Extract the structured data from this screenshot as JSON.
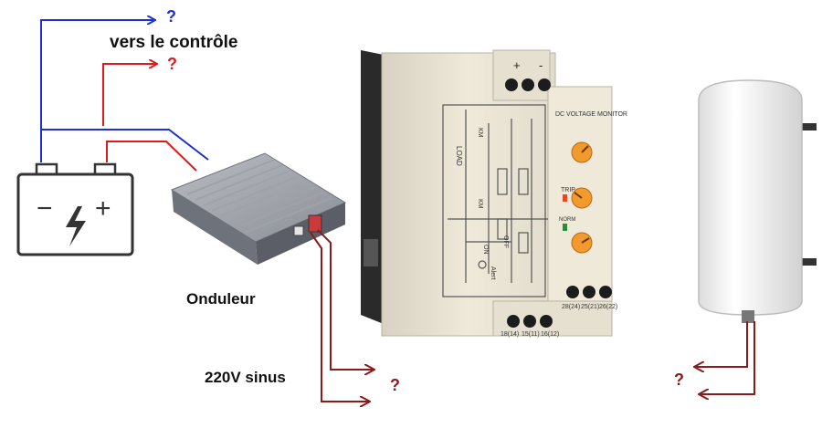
{
  "labels": {
    "control": "vers le contrôle",
    "inverter": "Onduleur",
    "output": "220V sinus",
    "question": "?"
  },
  "relay": {
    "title": "DC VOLTAGE MONITOR",
    "load": "LOAD",
    "km_top": "KM",
    "km_mid": "KM",
    "on": "ON",
    "off": "OFF",
    "alert": "Alert",
    "trip": "TRIP",
    "norm": "NORM",
    "plus": "+",
    "minus": "-",
    "term_1": "18(14)",
    "term_2": "15(11)",
    "term_3": "16(12)",
    "term_4": "28(24)",
    "term_5": "25(21)",
    "term_6": "26(22)"
  },
  "battery": {
    "minus": "−",
    "plus": "+"
  },
  "colors": {
    "blue_wire": "#1f2fd6",
    "red_wire": "#e01a1a",
    "ac_wire": "#8b1a1a",
    "relay_body": "#ece6d6",
    "dial": "#f29a2e"
  }
}
